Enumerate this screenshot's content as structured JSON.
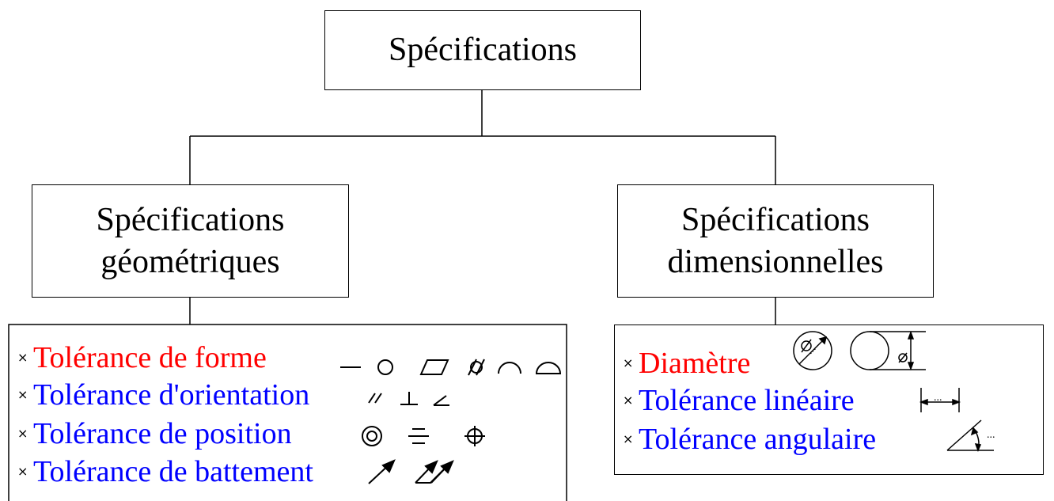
{
  "root": {
    "title": "Spécifications"
  },
  "branches": {
    "geometric": {
      "title_line1": "Spécifications",
      "title_line2": "géométriques",
      "items": [
        {
          "label": "Tolérance de forme",
          "color": "#ff0000",
          "icons": [
            "straightness-icon",
            "circularity-icon",
            "flatness-icon",
            "cylindricity-icon",
            "line-profile-icon",
            "surface-profile-icon"
          ]
        },
        {
          "label": "Tolérance d'orientation",
          "color": "#0000ff",
          "icons": [
            "parallelism-icon",
            "perpendicularity-icon",
            "angularity-icon"
          ]
        },
        {
          "label": "Tolérance de position",
          "color": "#0000ff",
          "icons": [
            "concentricity-icon",
            "symmetry-icon",
            "position-icon"
          ]
        },
        {
          "label": "Tolérance de battement",
          "color": "#0000ff",
          "icons": [
            "circular-runout-icon",
            "total-runout-icon"
          ]
        }
      ]
    },
    "dimensional": {
      "title_line1": "Spécifications",
      "title_line2": "dimensionnelles",
      "items": [
        {
          "label": "Diamètre",
          "color": "#ff0000",
          "icons": [
            "diameter-circle-icon",
            "diameter-tangent-icon"
          ]
        },
        {
          "label": "Tolérance linéaire",
          "color": "#0000ff",
          "icons": [
            "linear-dimension-icon"
          ]
        },
        {
          "label": "Tolérance angulaire",
          "color": "#0000ff",
          "icons": [
            "angular-dimension-icon"
          ]
        }
      ]
    }
  },
  "bullet_glyph": "×",
  "dots_text": "..."
}
